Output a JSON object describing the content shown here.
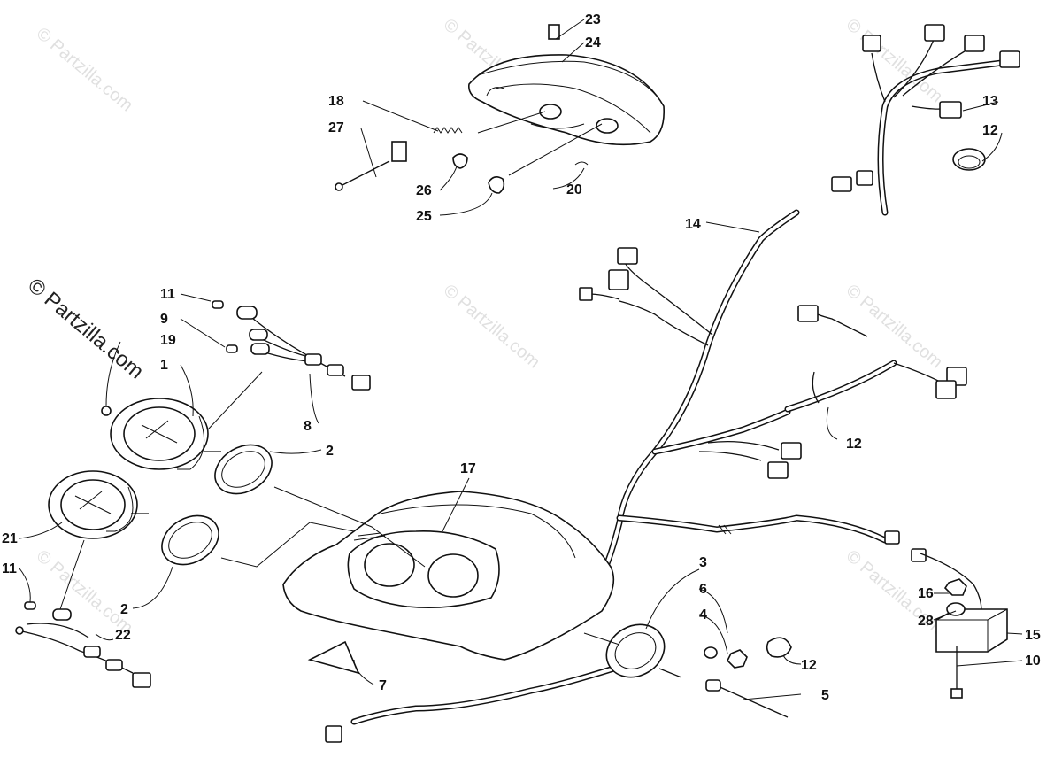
{
  "watermark": {
    "text": "© Partzilla.com",
    "side_text": "© Partzilla.com"
  },
  "callouts": [
    "1",
    "2",
    "2",
    "3",
    "4",
    "5",
    "6",
    "7",
    "8",
    "9",
    "10",
    "11",
    "11",
    "12",
    "12",
    "12",
    "13",
    "14",
    "15",
    "16",
    "17",
    "18",
    "19",
    "20",
    "21",
    "22",
    "23",
    "24",
    "25",
    "26",
    "27",
    "28"
  ],
  "colors": {
    "ink": "#111111",
    "paper": "#ffffff",
    "watermark": "#c8c8c8"
  }
}
